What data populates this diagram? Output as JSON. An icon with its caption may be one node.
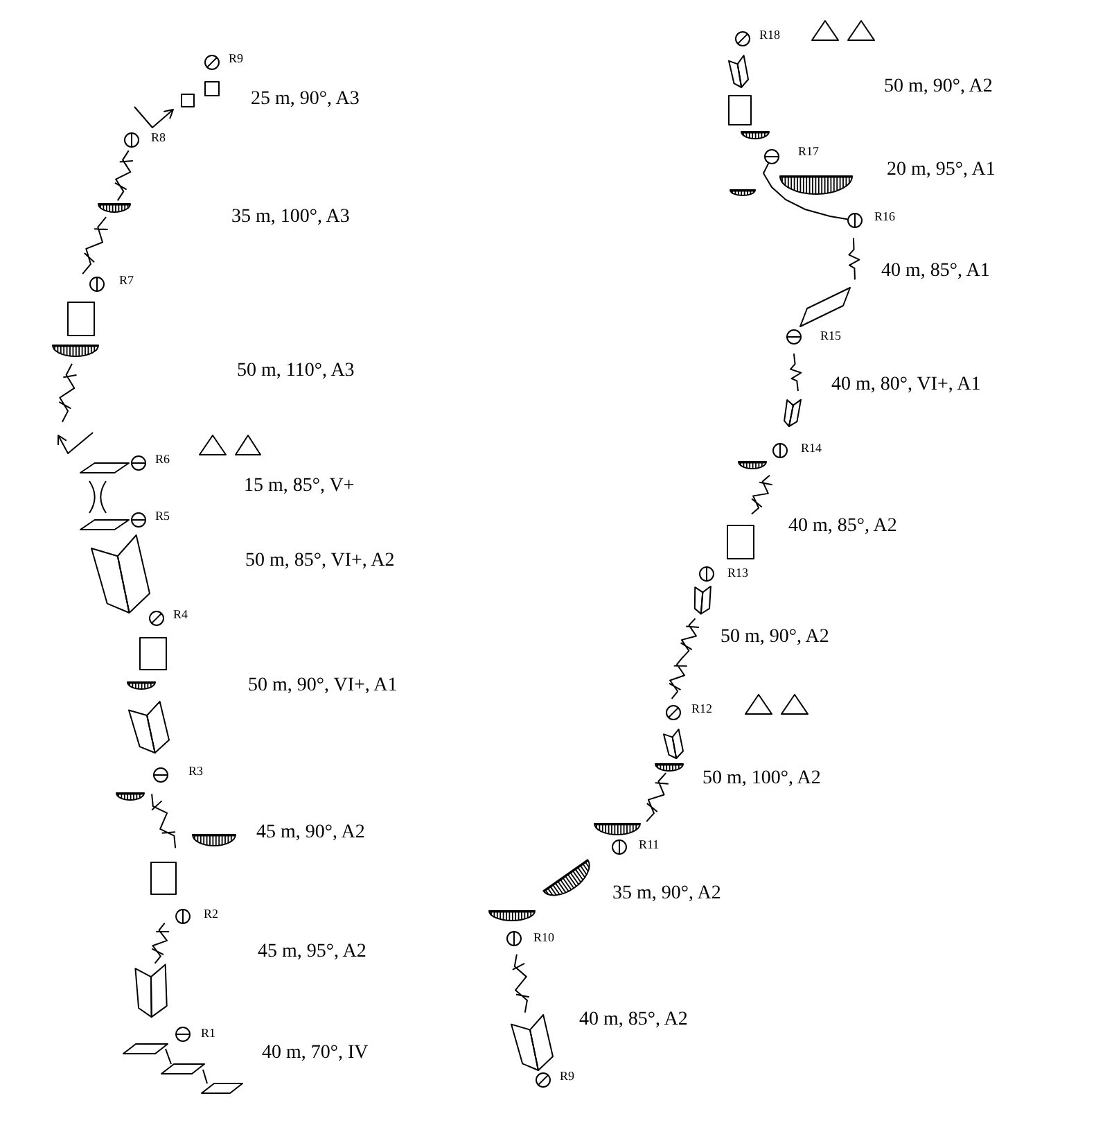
{
  "diagram": {
    "nodes": [
      {
        "text": [],
        "shape": "circle",
        "beside": [
          "R9"
        ]
      },
      {
        "text": [],
        "shape": "circle",
        "beside": [
          "R8"
        ]
      },
      {
        "text": [],
        "shape": "circle",
        "beside": [
          "R7"
        ]
      },
      {
        "text": [],
        "shape": "circle",
        "beside": [
          "R6"
        ]
      },
      {
        "text": [],
        "shape": "circle",
        "beside": [
          "R5"
        ]
      },
      {
        "text": [],
        "shape": "circle",
        "beside": [
          "R4"
        ]
      },
      {
        "text": [],
        "shape": "circle",
        "beside": [
          "R3"
        ]
      },
      {
        "text": [],
        "shape": "circle",
        "beside": [
          "R2"
        ]
      },
      {
        "text": [],
        "shape": "circle",
        "beside": [
          "R1"
        ]
      },
      {
        "text": [],
        "shape": "circle",
        "beside": [
          "R18"
        ]
      },
      {
        "text": [],
        "shape": "circle",
        "beside": [
          "R17"
        ]
      },
      {
        "text": [],
        "shape": "circle",
        "beside": [
          "R16"
        ]
      },
      {
        "text": [],
        "shape": "circle",
        "beside": [
          "R15"
        ]
      },
      {
        "text": [],
        "shape": "circle",
        "beside": [
          "R14"
        ]
      },
      {
        "text": [],
        "shape": "circle",
        "beside": [
          "R13"
        ]
      },
      {
        "text": [],
        "shape": "circle",
        "beside": [
          "R12"
        ]
      },
      {
        "text": [],
        "shape": "circle",
        "beside": [
          "R11"
        ]
      },
      {
        "text": [],
        "shape": "circle",
        "beside": [
          "R10"
        ]
      },
      {
        "text": [],
        "shape": "circle",
        "beside": [
          "R9"
        ]
      }
    ],
    "edges": [
      {
        "from": 10,
        "to": 11,
        "arrow": "none"
      }
    ],
    "labels": [
      "25 m, 90°, A3",
      "35 m, 100°, A3",
      "50 m, 110°, A3",
      "15 m, 85°, V+",
      "50 m, 85°, VI+, A2",
      "50 m, 90°, VI+, A1",
      "45 m, 90°, A2",
      "45 m, 95°, A2",
      "40 m, 70°, IV",
      "50 m, 90°, A2",
      "20 m, 95°, A1",
      "40 m, 85°, A1",
      "40 m, 80°, VI+, A1",
      "40 m, 85°, A2",
      "50 m, 90°, A2",
      "50 m, 100°, A2",
      "35 m, 90°, A2",
      "40 m, 85°, A2"
    ]
  }
}
